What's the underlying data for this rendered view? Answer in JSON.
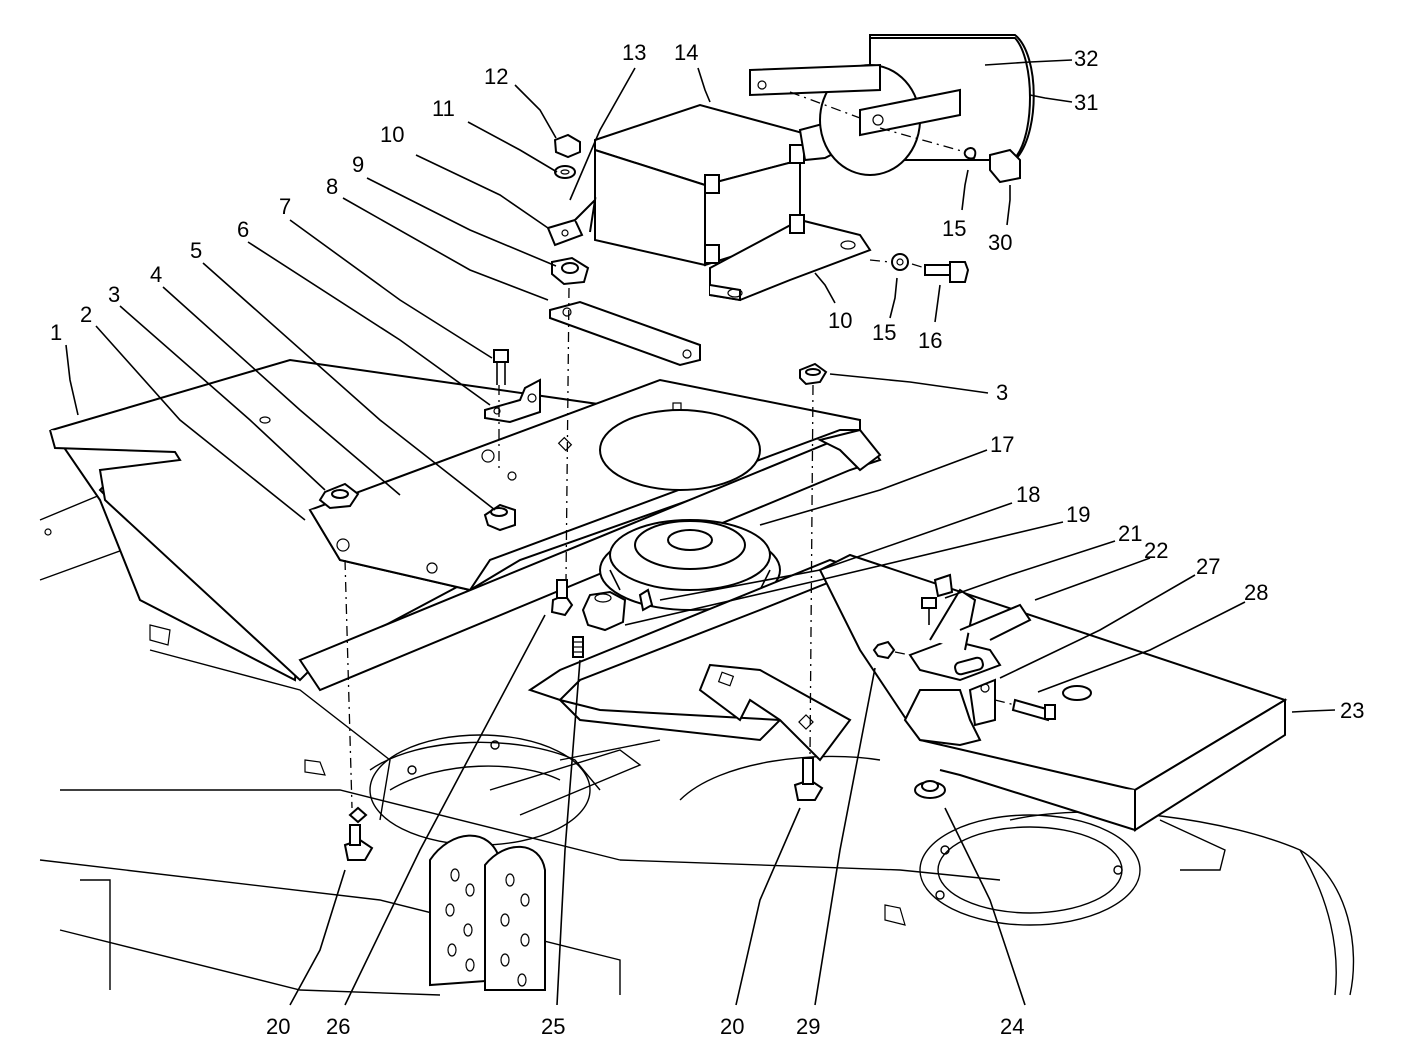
{
  "callouts": {
    "c1": "1",
    "c2": "2",
    "c3a": "3",
    "c3b": "3",
    "c4": "4",
    "c5": "5",
    "c6": "6",
    "c7": "7",
    "c8": "8",
    "c9": "9",
    "c10a": "10",
    "c10b": "10",
    "c11": "11",
    "c12": "12",
    "c13": "13",
    "c14": "14",
    "c15a": "15",
    "c15b": "15",
    "c16": "16",
    "c17": "17",
    "c18": "18",
    "c19": "19",
    "c20a": "20",
    "c20b": "20",
    "c21": "21",
    "c22": "22",
    "c23": "23",
    "c24": "24",
    "c25": "25",
    "c26": "26",
    "c27": "27",
    "c28": "28",
    "c29": "29",
    "c30": "30",
    "c31": "31",
    "c32": "32"
  }
}
